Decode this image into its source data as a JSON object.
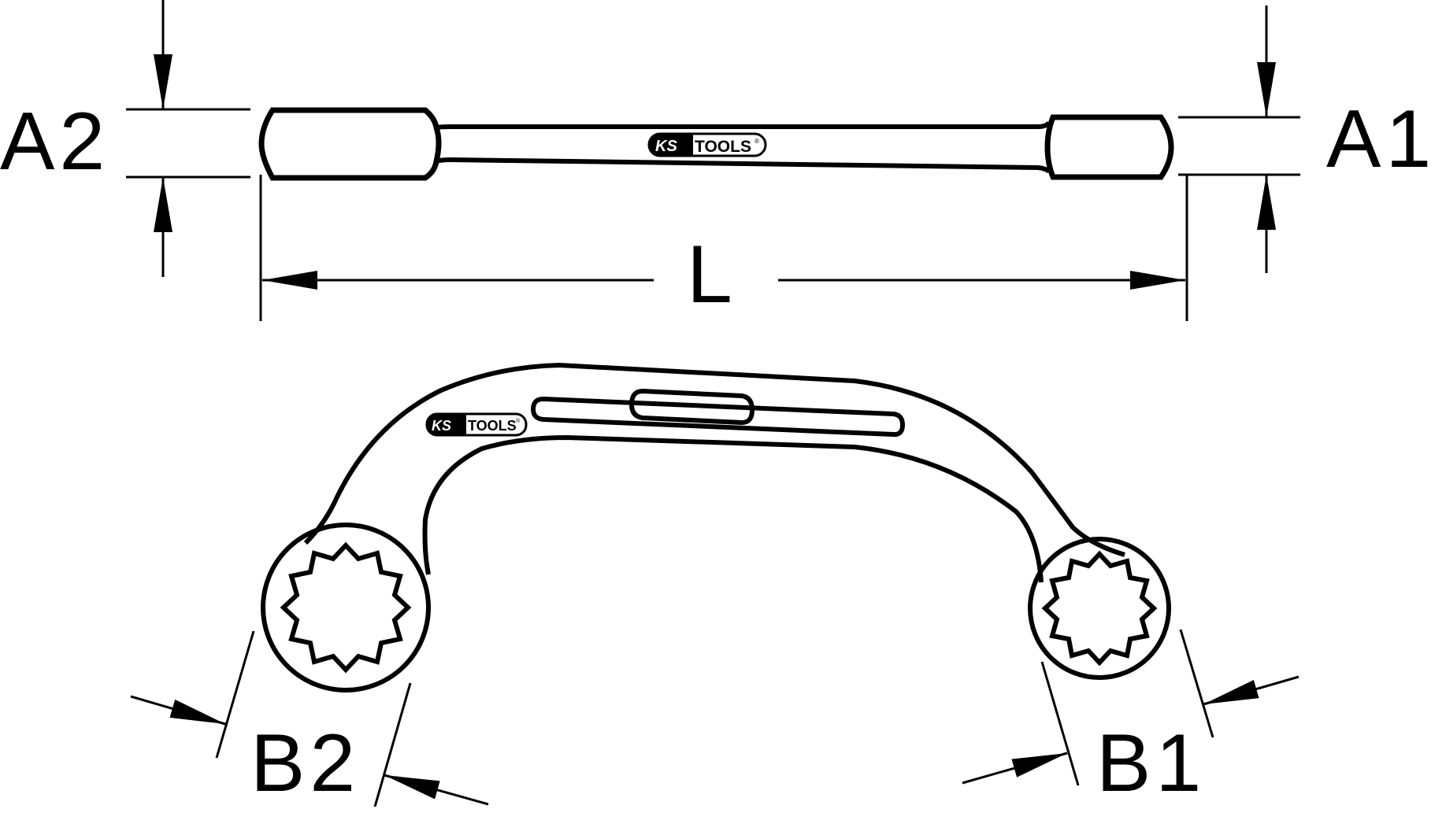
{
  "diagram": {
    "title": "Double ring spanner, half-moon shape — dimension drawing",
    "brand_logo": {
      "prefix": "KS",
      "suffix": "TOOLS",
      "mark": "®"
    },
    "colors": {
      "line": "#000000",
      "background": "#ffffff"
    },
    "dimensions": {
      "A1": "A1",
      "A2": "A2",
      "L": "L",
      "B1": "B1",
      "B2": "B2"
    },
    "views": [
      {
        "name": "top-view",
        "description": "Straight side view with two ring heads and shaft, dimensions A1, A2, L"
      },
      {
        "name": "front-view",
        "description": "Half-moon curved spanner with 12-point rings, dimensions B1, B2"
      }
    ]
  }
}
